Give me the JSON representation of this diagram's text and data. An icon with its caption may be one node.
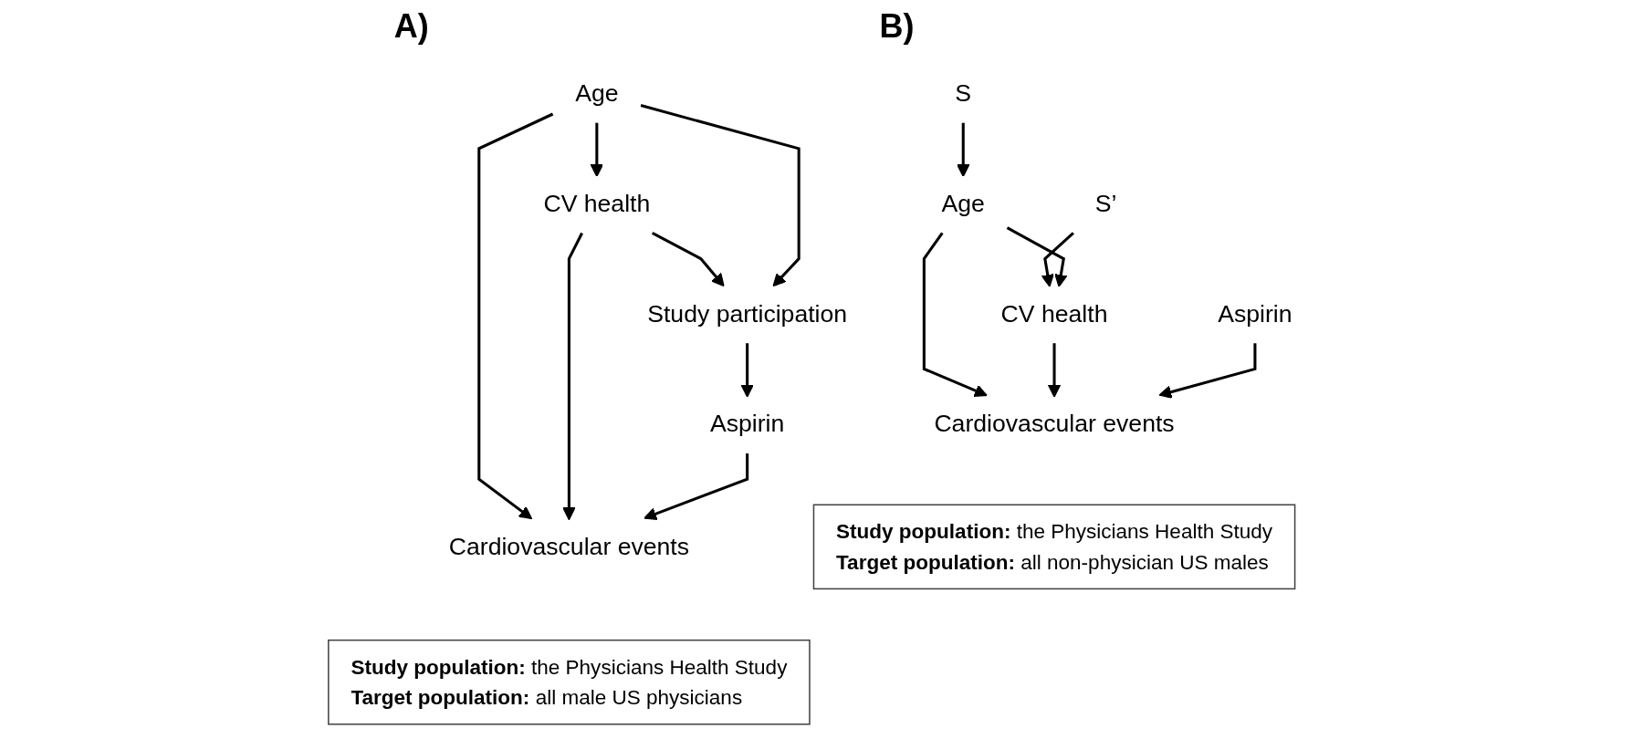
{
  "diagram": {
    "nodes": [
      {
        "text": [
          "Age"
        ]
      },
      {
        "text": [
          "CV health"
        ]
      },
      {
        "text": [
          "Study participation"
        ]
      },
      {
        "text": [
          "Aspirin"
        ]
      },
      {
        "text": [
          "Cardiovascular events"
        ]
      },
      {
        "text": [
          "**Study population:** the Physicians Health Study",
          "**Target population:** all male US physicians"
        ]
      },
      {
        "text": [
          "S"
        ]
      },
      {
        "text": [
          "Age"
        ]
      },
      {
        "text": [
          "S’"
        ]
      },
      {
        "text": [
          "CV health"
        ]
      },
      {
        "text": [
          "Aspirin"
        ]
      },
      {
        "text": [
          "Cardiovascular events"
        ]
      },
      {
        "text": [
          "**Study population:** the Physicians Health Study",
          "**Target population:** all non-physician US males"
        ]
      }
    ],
    "edges": [
      {
        "from": 1,
        "to": 2,
        "arrow": "to"
      },
      {
        "from": 0,
        "to": 2,
        "arrow": "to"
      },
      {
        "from": 0,
        "to": 1,
        "arrow": "to"
      },
      {
        "from": 0,
        "to": 4,
        "arrow": "to"
      },
      {
        "from": 1,
        "to": 4,
        "arrow": "to"
      },
      {
        "from": 2,
        "to": 3,
        "arrow": "to"
      },
      {
        "from": 3,
        "to": 4,
        "arrow": "to"
      },
      {
        "from": 6,
        "to": 7,
        "arrow": "to"
      },
      {
        "from": 8,
        "to": 9,
        "arrow": "to"
      },
      {
        "from": 7,
        "to": 9,
        "arrow": "to"
      },
      {
        "from": 7,
        "to": 11,
        "arrow": "to"
      },
      {
        "from": 9,
        "to": 11,
        "arrow": "to"
      },
      {
        "from": 10,
        "to": 11,
        "arrow": "to"
      }
    ],
    "labels": [
      "A)",
      "B)"
    ]
  }
}
